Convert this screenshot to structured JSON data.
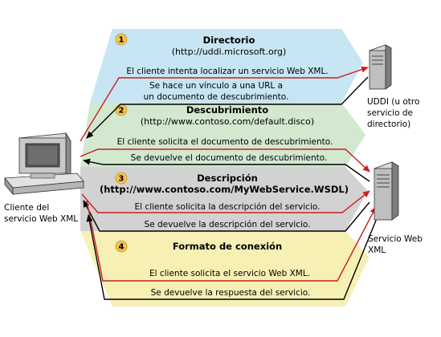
{
  "sections": [
    {
      "number": "1",
      "title": "Directorio",
      "subtitle": "(http://uddi.microsoft.org)",
      "color": "#c7e5f2"
    },
    {
      "number": "2",
      "title": "Descubrimiento",
      "subtitle": "(http://www.contoso.com/default.disco)",
      "color": "#d2e8cf"
    },
    {
      "number": "3",
      "title": "Descripción",
      "subtitle": "(http://www.contoso.com/MyWebService.WSDL)",
      "color": "#d2d2d2"
    },
    {
      "number": "4",
      "title": "Formato de conexión",
      "subtitle": "",
      "color": "#f7f0b4"
    }
  ],
  "messages": {
    "m1": "El cliente intenta localizar un servicio Web XML.",
    "m2a": "Se hace un vínculo a una URL a",
    "m2b": "un documento de descubrimiento.",
    "m3": "El cliente solicita el documento de descubrimiento.",
    "m4": "Se devuelve el documento de descubrimiento.",
    "m5": "El cliente solicita la descripción del servicio.",
    "m6": "Se devuelve la descripción del servicio.",
    "m7": "El cliente solicita el servicio Web XML.",
    "m8": "Se devuelve la respuesta del servicio."
  },
  "labels": {
    "client_line1": "Cliente del",
    "client_line2": "servicio Web XML",
    "uddi_line1": "UDDI (u otro",
    "uddi_line2": "servicio de",
    "uddi_line3": "directorio)",
    "service_line1": "Servicio Web",
    "service_line2": "XML"
  },
  "colors": {
    "request_arrow": "#cc1f1f",
    "response_arrow": "#000000",
    "badge": "#f5c150"
  }
}
